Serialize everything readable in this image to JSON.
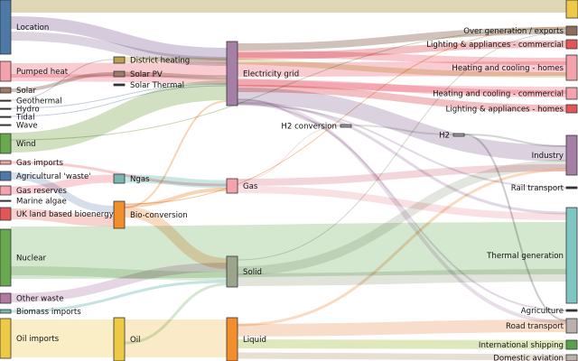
{
  "diagram": {
    "type": "sankey",
    "nodes": [
      {
        "id": "location",
        "label": "Location",
        "color": "#4e79a7"
      },
      {
        "id": "pumped_heat",
        "label": "Pumped heat",
        "color": "#f4a3ad"
      },
      {
        "id": "solar",
        "label": "Solar",
        "color": "#9c7b6a"
      },
      {
        "id": "geothermal",
        "label": "Geothermal",
        "color": "#333333"
      },
      {
        "id": "hydro",
        "label": "Hydro",
        "color": "#333333"
      },
      {
        "id": "tidal",
        "label": "Tidal",
        "color": "#333333"
      },
      {
        "id": "wave",
        "label": "Wave",
        "color": "#333333"
      },
      {
        "id": "wind",
        "label": "Wind",
        "color": "#6aa84f"
      },
      {
        "id": "gas_imports",
        "label": "Gas imports",
        "color": "#f4a3ad"
      },
      {
        "id": "agri_waste",
        "label": "Agricultural 'waste'",
        "color": "#4e79a7"
      },
      {
        "id": "gas_reserves",
        "label": "Gas reserves",
        "color": "#f4a3ad"
      },
      {
        "id": "marine_algae",
        "label": "Marine algae",
        "color": "#333333"
      },
      {
        "id": "uk_bioenergy",
        "label": "UK land based bioenergy",
        "color": "#e15759"
      },
      {
        "id": "nuclear",
        "label": "Nuclear",
        "color": "#6aa84f"
      },
      {
        "id": "other_waste",
        "label": "Other waste",
        "color": "#b07aa1"
      },
      {
        "id": "biomass_imports",
        "label": "Biomass imports",
        "color": "#76b7b2"
      },
      {
        "id": "oil_imports",
        "label": "Oil imports",
        "color": "#edc948"
      },
      {
        "id": "district_heating",
        "label": "District heating",
        "color": "#b8a14a"
      },
      {
        "id": "solar_pv",
        "label": "Solar PV",
        "color": "#9c7b6a"
      },
      {
        "id": "solar_thermal",
        "label": "Solar Thermal",
        "color": "#333333"
      },
      {
        "id": "ngas",
        "label": "Ngas",
        "color": "#76b7b2"
      },
      {
        "id": "bio_conversion",
        "label": "Bio-conversion",
        "color": "#f28e2b"
      },
      {
        "id": "oil",
        "label": "Oil",
        "color": "#edc948"
      },
      {
        "id": "electricity_grid",
        "label": "Electricity grid",
        "color": "#a57fa6"
      },
      {
        "id": "gas",
        "label": "Gas",
        "color": "#f4a3ad"
      },
      {
        "id": "solid",
        "label": "Solid",
        "color": "#9aa58c"
      },
      {
        "id": "liquid",
        "label": "Liquid",
        "color": "#f28e2b"
      },
      {
        "id": "h2_conversion",
        "label": "H2 conversion",
        "color": "#9a9a9a"
      },
      {
        "id": "h2",
        "label": "H2",
        "color": "#9a9a9a"
      },
      {
        "id": "over_generation",
        "label": "Over generation / exports",
        "color": "#8c6d5a"
      },
      {
        "id": "lighting_commercial",
        "label": "Lighting & appliances - commercial",
        "color": "#e15759"
      },
      {
        "id": "heating_homes",
        "label": "Heating and cooling - homes",
        "color": "#f4a3ad"
      },
      {
        "id": "heating_commercial",
        "label": "Heating and cooling - commercial",
        "color": "#f4a3ad"
      },
      {
        "id": "lighting_homes",
        "label": "Lighting & appliances - homes",
        "color": "#e15759"
      },
      {
        "id": "industry",
        "label": "Industry",
        "color": "#a57fa6"
      },
      {
        "id": "rail_transport",
        "label": "Rail transport",
        "color": "#333333"
      },
      {
        "id": "thermal_generation",
        "label": "Thermal generation",
        "color": "#7fc6c2"
      },
      {
        "id": "agriculture",
        "label": "Agriculture",
        "color": "#333333"
      },
      {
        "id": "road_transport",
        "label": "Road transport",
        "color": "#bab0ac"
      },
      {
        "id": "international_shipping",
        "label": "International shipping",
        "color": "#59a14f"
      },
      {
        "id": "domestic_aviation",
        "label": "Domestic aviation",
        "color": "#bab0ac"
      }
    ]
  }
}
